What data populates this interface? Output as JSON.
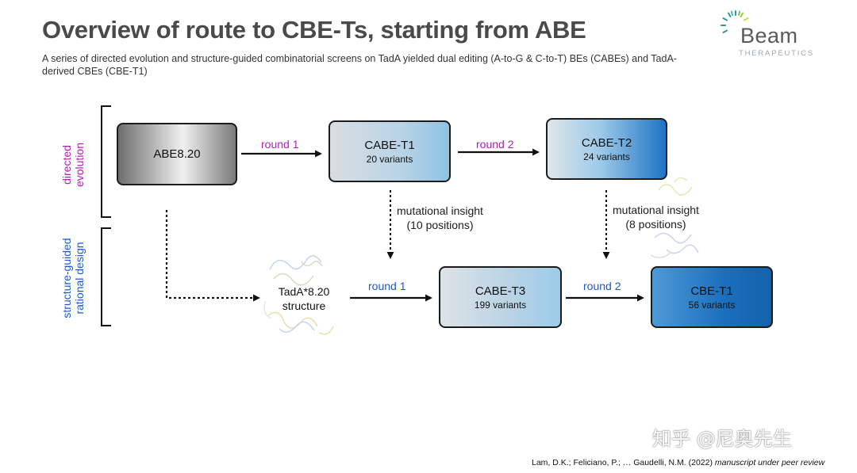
{
  "header": {
    "title": "Overview of route to CBE-Ts, starting from ABE",
    "subtitle": "A series of directed evolution and structure-guided combinatorial screens on TadA yielded dual editing (A-to-G & C-to-T) BEs (CABEs) and TadA-derived CBEs (CBE-T1)"
  },
  "logo": {
    "name": "Beam",
    "tagline": "THERAPEUTICS",
    "accent": "#2a9d8f"
  },
  "side_labels": {
    "top": "directed\nevolution",
    "bottom": "structure-guided\nrational design"
  },
  "nodes": {
    "abe": {
      "name": "ABE8.20",
      "sub": ""
    },
    "cabe_t1": {
      "name": "CABE-T1",
      "sub": "20 variants"
    },
    "cabe_t2": {
      "name": "CABE-T2",
      "sub": "24 variants"
    },
    "cabe_t3": {
      "name": "CABE-T3",
      "sub": "199 variants"
    },
    "cbe_t1": {
      "name": "CBE-T1",
      "sub": "56 variants"
    },
    "structure": {
      "name": "TadA*8.20\nstructure"
    }
  },
  "edges": {
    "round1_top": "round 1",
    "round2_top": "round 2",
    "round1_bottom": "round 1",
    "round2_bottom": "round 2",
    "insight_1": "mutational insight\n(10 positions)",
    "insight_2": "mutational insight\n(8 positions)"
  },
  "colors": {
    "purple": "#b01fb3",
    "blue": "#1f58c8"
  },
  "citation": {
    "authors": "Lam, D.K.; Feliciano, P.; … Gaudelli, N.M. (2022) ",
    "note": "manuscript under peer review"
  },
  "watermark": "知乎 @尼奥先生"
}
